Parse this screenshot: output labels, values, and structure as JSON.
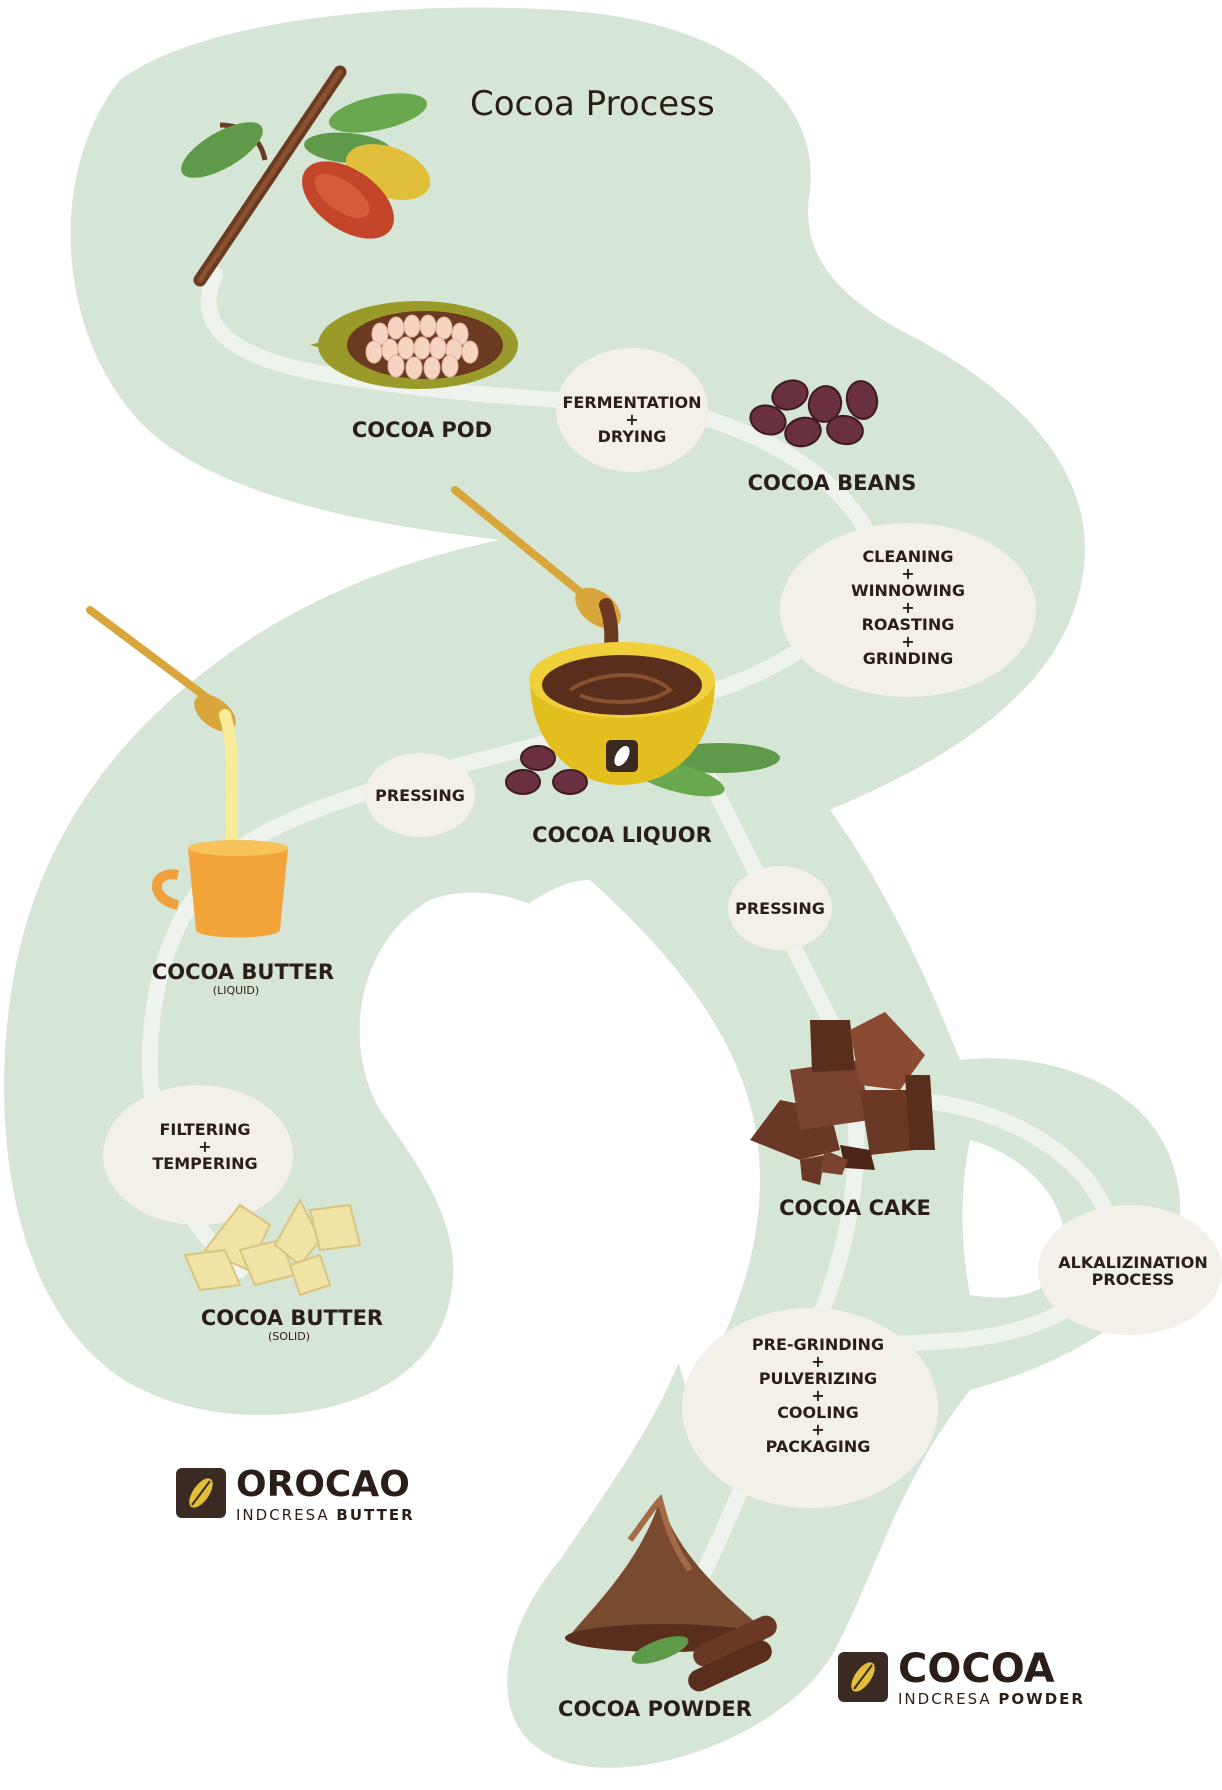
{
  "title": "Cocoa Process",
  "colors": {
    "background_band": "#d5e5d6",
    "path": "#eef3ee",
    "step_bubble": "#f3efe9",
    "text": "#2b1d17",
    "logo_box": "#3a2a22"
  },
  "products": {
    "pod": "COCOA POD",
    "beans": "COCOA BEANS",
    "liquor": "COCOA LIQUOR",
    "butter_liquid": "COCOA BUTTER",
    "butter_liquid_sub": "(LIQUID)",
    "butter_solid": "COCOA BUTTER",
    "butter_solid_sub": "(SOLID)",
    "cake": "COCOA CAKE",
    "powder": "COCOA POWDER"
  },
  "steps": {
    "fermentation": [
      "FERMENTATION",
      "+",
      "DRYING"
    ],
    "cleaning": [
      "CLEANING",
      "+",
      "WINNOWING",
      "+",
      "ROASTING",
      "+",
      "GRINDING"
    ],
    "pressing_left": [
      "PRESSING"
    ],
    "pressing_right": [
      "PRESSING"
    ],
    "filtering": [
      "FILTERING",
      "+",
      "TEMPERING"
    ],
    "alkalization": [
      "ALKALIZINATION",
      "PROCESS"
    ],
    "pregrinding": [
      "PRE-GRINDING",
      "+",
      "PULVERIZING",
      "+",
      "COOLING",
      "+",
      "PACKAGING"
    ]
  },
  "brands": {
    "orocao": {
      "name": "OROCAO",
      "sub_plain": "INDCRESA ",
      "sub_bold": "BUTTER"
    },
    "cocoa": {
      "name": "COCOA",
      "sub_plain": "INDCRESA ",
      "sub_bold": "POWDER"
    }
  },
  "icons": [
    "cocoa-branch-icon",
    "cocoa-pod-icon",
    "cocoa-beans-icon",
    "cocoa-liquor-bowl-icon",
    "cocoa-butter-cup-icon",
    "cocoa-butter-solid-icon",
    "cocoa-cake-icon",
    "cocoa-powder-icon",
    "leaf-logo-icon"
  ]
}
